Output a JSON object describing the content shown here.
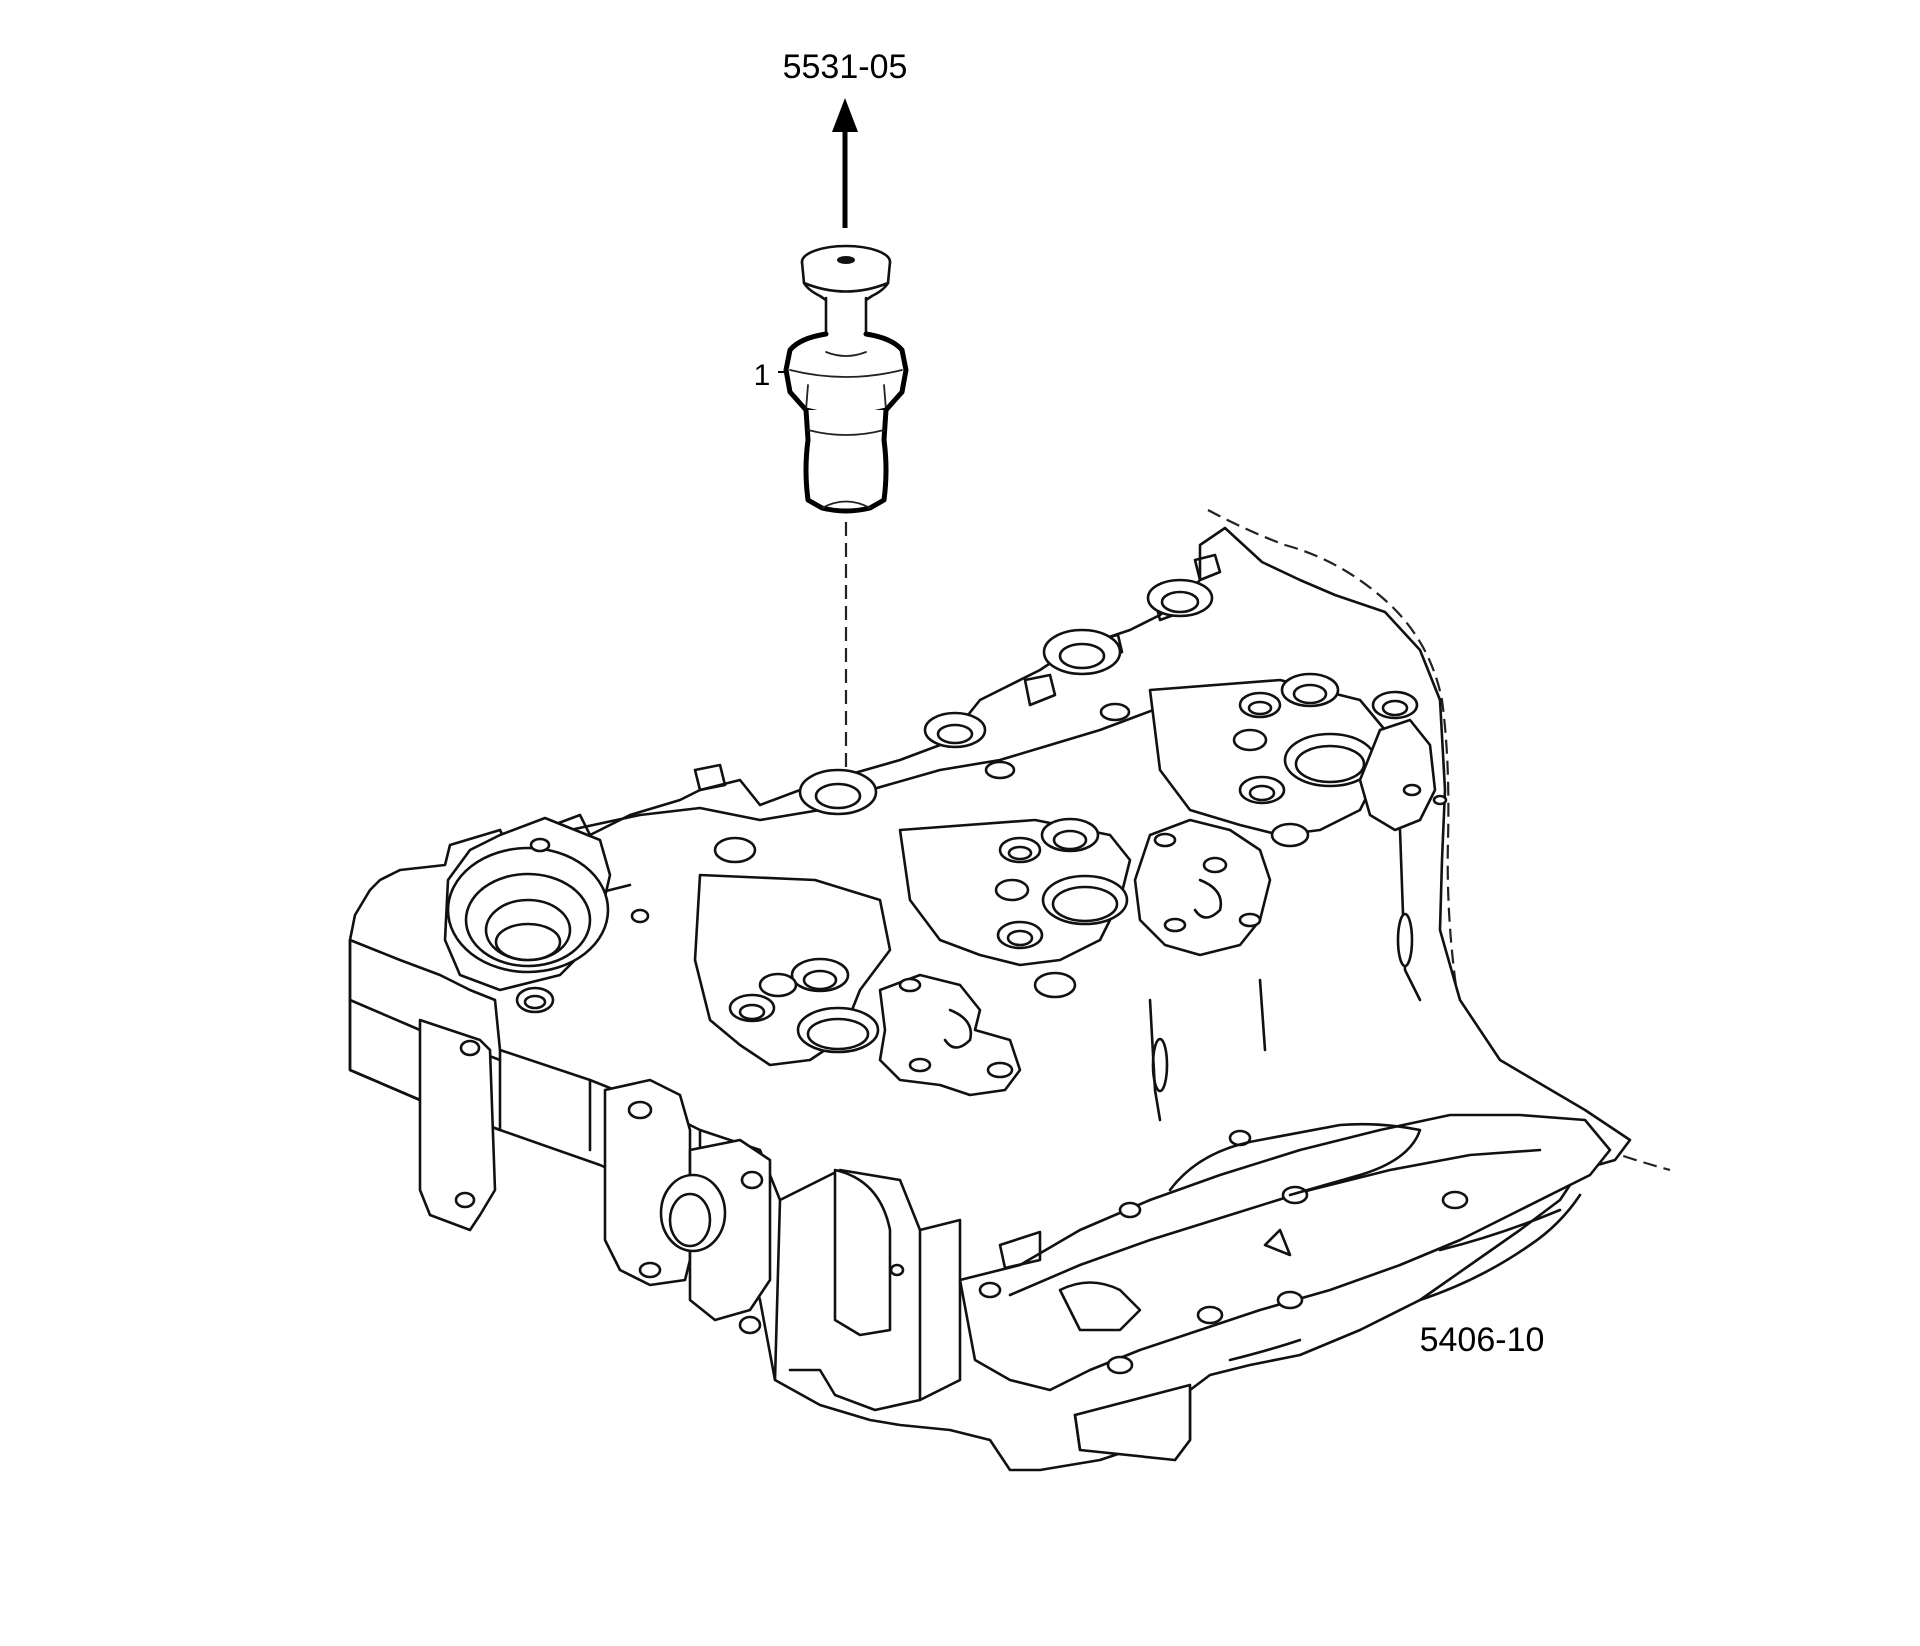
{
  "diagram": {
    "top_reference": "5531-05",
    "callout_number": "1",
    "bottom_reference": "5406-10",
    "colors": {
      "line": "#111111",
      "background": "#ffffff"
    },
    "parts": [
      {
        "name": "plug-fitting",
        "callout": "1"
      },
      {
        "name": "cylinder-head"
      }
    ]
  }
}
